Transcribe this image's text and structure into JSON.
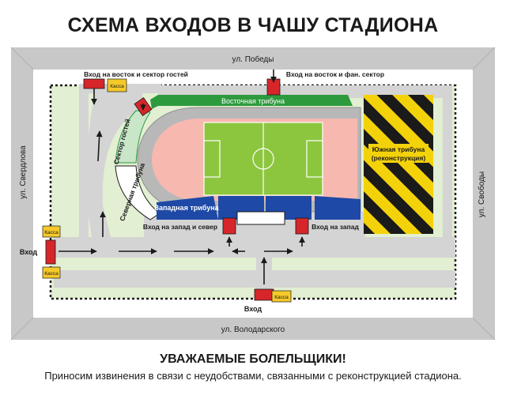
{
  "title": "СХЕМА ВХОДОВ В ЧАШУ СТАДИОНА",
  "streets": {
    "north": "ул. Победы",
    "south": "ул. Володарского",
    "west": "ул. Свердлова",
    "east": "ул. Свободы"
  },
  "entrances": {
    "ne_top_left": "Вход на восток и сектор гостей",
    "ne_top_right": "Вход на восток и фан. сектор",
    "west_north": "Вход на запад и север",
    "west": "Вход на запад",
    "main_west": "Вход",
    "main_south": "Вход"
  },
  "ticket_office": "Касса",
  "stands": {
    "east": "Восточная трибуна",
    "guests": "Сектор гостей",
    "north": "Северная трибуна",
    "west": "Западная трибуна",
    "south": "Южная трибуна",
    "south_note": "(реконструкция)"
  },
  "message": {
    "title": "УВАЖАЕМЫЕ БОЛЕЛЬЩИКИ!",
    "body": "Приносим извинения в связи с неудобствами, связанными с реконструкцией стадиона."
  },
  "colors": {
    "street": "#c8c8c8",
    "grass": "#e0eed0",
    "track": "#b8b8b8",
    "track_inner": "#f7b8b0",
    "field": "#8cc63f",
    "east_stand": "#2e9a3e",
    "guest_stand": "#c9e6c8",
    "west_stand": "#1e49a6",
    "gate": "#d6262a",
    "ticket": "#f6c92a",
    "construction_yellow": "#f4d20a"
  }
}
